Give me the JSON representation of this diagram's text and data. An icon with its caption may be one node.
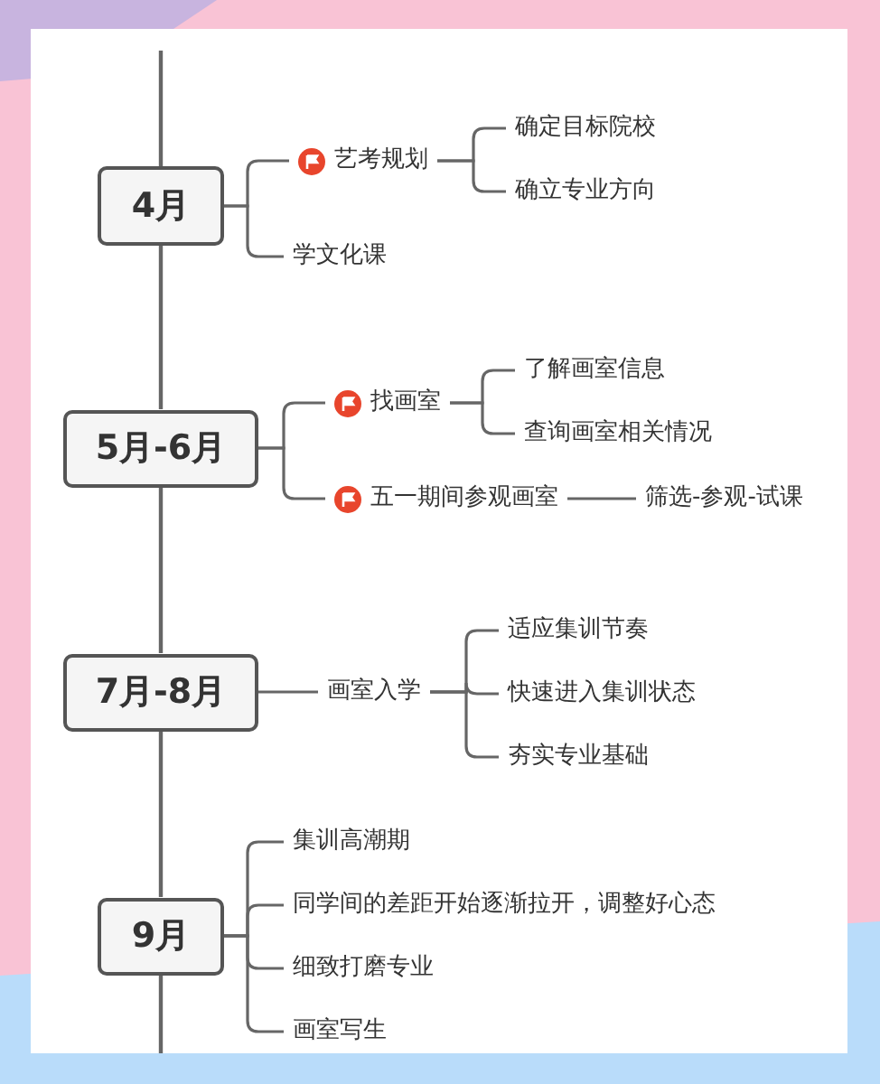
{
  "diagram": {
    "nodes": [
      {
        "text": [
          "4月"
        ]
      },
      {
        "text": [
          "艺考规划"
        ]
      },
      {
        "text": [
          "确定目标院校"
        ]
      },
      {
        "text": [
          "确立专业方向"
        ]
      },
      {
        "text": [
          "学文化课"
        ]
      },
      {
        "text": [
          "5月-6月"
        ]
      },
      {
        "text": [
          "找画室"
        ]
      },
      {
        "text": [
          "了解画室信息"
        ]
      },
      {
        "text": [
          "查询画室相关情况"
        ]
      },
      {
        "text": [
          "五一期间参观画室"
        ]
      },
      {
        "text": [
          "筛选-参观-试课"
        ]
      },
      {
        "text": [
          "7月-8月"
        ]
      },
      {
        "text": [
          "画室入学"
        ]
      },
      {
        "text": [
          "适应集训节奏"
        ]
      },
      {
        "text": [
          "快速进入集训状态"
        ]
      },
      {
        "text": [
          "夯实专业基础"
        ]
      },
      {
        "text": [
          "9月"
        ]
      },
      {
        "text": [
          "集训高潮期"
        ]
      },
      {
        "text": [
          "同学间的差距开始逐渐拉开，调整好心态"
        ]
      },
      {
        "text": [
          "细致打磨专业"
        ]
      },
      {
        "text": [
          "画室写生"
        ]
      }
    ],
    "edges": [
      {
        "from": null,
        "to": 0,
        "arrow": "none"
      },
      {
        "from": 0,
        "to": 5,
        "arrow": "none"
      },
      {
        "from": 5,
        "to": 11,
        "arrow": "none"
      },
      {
        "from": 11,
        "to": 16,
        "arrow": "none"
      },
      {
        "from": 16,
        "to": null,
        "arrow": "none"
      },
      {
        "from": 0,
        "to": 1,
        "arrow": "none"
      },
      {
        "from": 0,
        "to": 4,
        "arrow": "none"
      },
      {
        "from": 1,
        "to": 2,
        "arrow": "none"
      },
      {
        "from": 1,
        "to": 3,
        "arrow": "none"
      },
      {
        "from": 5,
        "to": 6,
        "arrow": "none"
      },
      {
        "from": 5,
        "to": 9,
        "arrow": "none"
      },
      {
        "from": 6,
        "to": 7,
        "arrow": "none"
      },
      {
        "from": 6,
        "to": 8,
        "arrow": "none"
      },
      {
        "from": 9,
        "to": 10,
        "arrow": "none"
      },
      {
        "from": 11,
        "to": 12,
        "arrow": "none"
      },
      {
        "from": 12,
        "to": 13,
        "arrow": "none"
      },
      {
        "from": 12,
        "to": 14,
        "arrow": "none"
      },
      {
        "from": 12,
        "to": 15,
        "arrow": "none"
      },
      {
        "from": 16,
        "to": 17,
        "arrow": "none"
      },
      {
        "from": 16,
        "to": 18,
        "arrow": "none"
      },
      {
        "from": 16,
        "to": 19,
        "arrow": "none"
      },
      {
        "from": 16,
        "to": 20,
        "arrow": "none"
      }
    ]
  }
}
